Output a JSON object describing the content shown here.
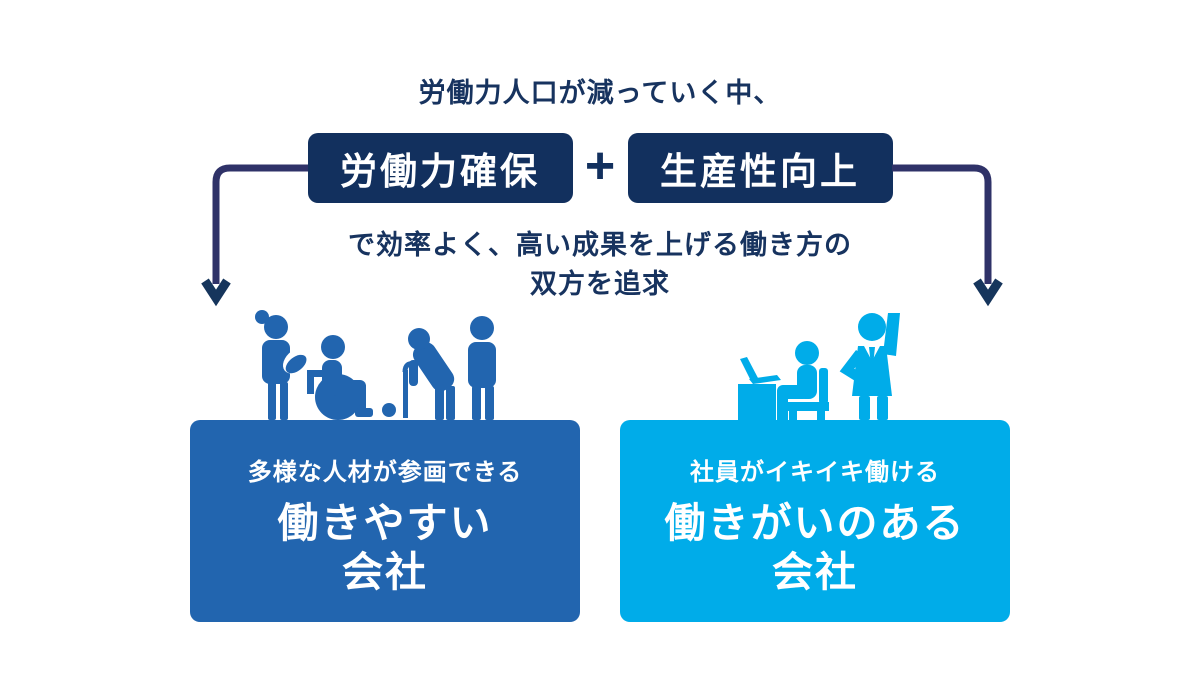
{
  "colors": {
    "background": "#FFFFFF",
    "navy": "#12305E",
    "text_navy": "#17335F",
    "connector": "#2F3268",
    "arrowhead": "#16355C",
    "blue": "#2265AF",
    "cyan": "#00ACE9",
    "white_text": "#FFFFFF"
  },
  "header": {
    "intro": "労働力人口が減っていく中、"
  },
  "equation": {
    "left_label": "労働力確保",
    "operator": "+",
    "right_label": "生産性向上",
    "description_line1": "で効率よく、高い成果を上げる働き方の",
    "description_line2": "双方を追求"
  },
  "outcomes": {
    "left": {
      "subtitle": "多様な人材が参画できる",
      "title_line1": "働きやすい",
      "title_line2": "会社",
      "icons": [
        "mother-holding-baby-icon",
        "wheelchair-user-icon",
        "elderly-person-with-cane-icon",
        "standing-person-icon"
      ]
    },
    "right": {
      "subtitle": "社員がイキイキ働ける",
      "title_line1": "働きがいのある",
      "title_line2": "会社",
      "icons": [
        "employee-at-desk-with-laptop-icon",
        "businessman-raising-hand-icon"
      ]
    }
  }
}
